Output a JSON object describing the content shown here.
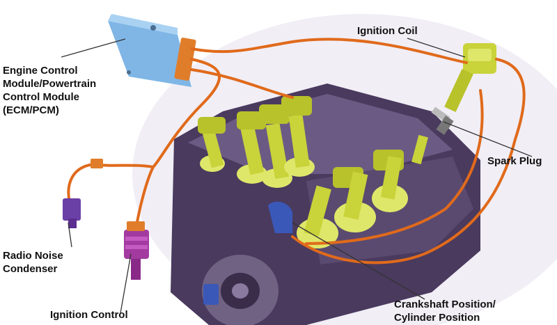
{
  "labels": {
    "ecm": [
      "Engine Control",
      "Module/Powertrain",
      "Control Module",
      "(ECM/PCM)"
    ],
    "ignition_coil": "Ignition Coil",
    "spark_plug": "Spark Plug",
    "radio_noise": [
      "Radio Noise",
      "Condenser"
    ],
    "ignition_control": "Ignition Control",
    "crankshaft": [
      "Crankshaft Position/",
      "Cylinder Position"
    ]
  },
  "colors": {
    "engine_block": "#4a3a5e",
    "engine_highlight": "#8a7aa0",
    "ecm_body": "#7fb6e6",
    "coil_yellow": "#c9d33a",
    "wire_orange": "#e06a1b",
    "condenser_purple": "#6a3fa6",
    "icm_magenta": "#a23aa0",
    "sensor_blue": "#3a58b8",
    "leader_line": "#333333"
  }
}
